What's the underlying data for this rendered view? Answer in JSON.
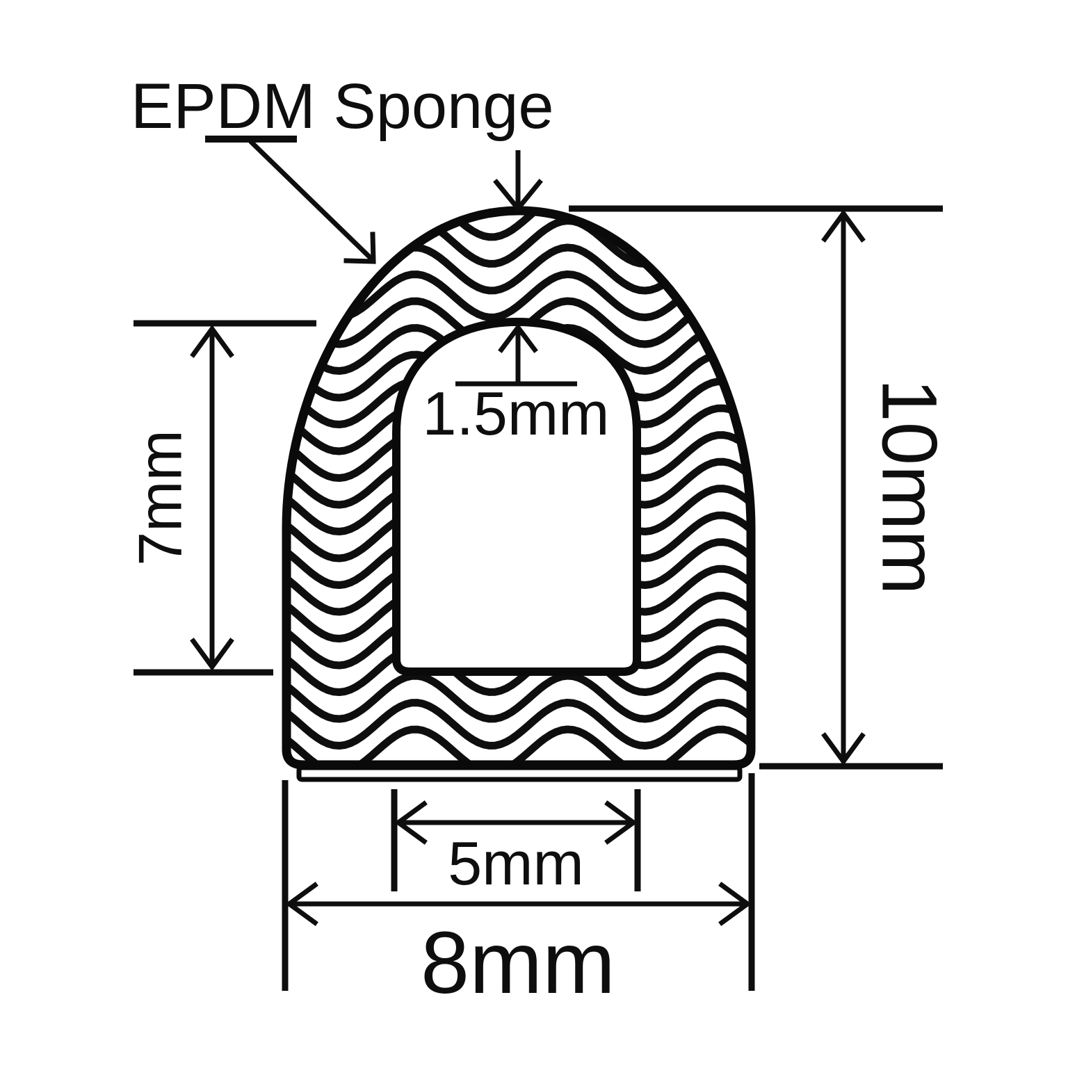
{
  "diagram": {
    "label": "EPDM Sponge",
    "dims": {
      "overall_height": "10mm",
      "overall_width": "8mm",
      "cavity_height": "7mm",
      "cavity_width": "5mm",
      "top_wall_thickness": "1.5mm"
    },
    "colors": {
      "ink": "#0e0e0e",
      "background": "#ffffff"
    }
  }
}
